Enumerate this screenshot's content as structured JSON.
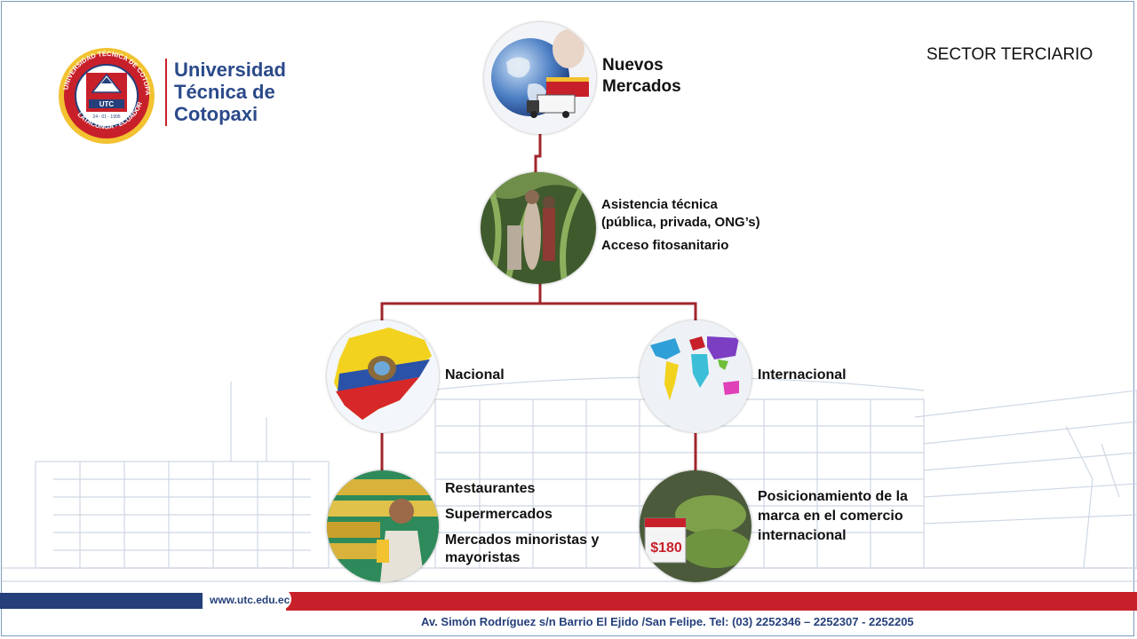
{
  "university": {
    "name_lines": [
      "Universidad",
      "Técnica de",
      "Cotopaxi"
    ],
    "seal_text_top": "UNIVERSIDAD TÉCNICA DE COTOPAXI",
    "seal_text_bottom": "LATACUNGA - ECUADOR",
    "seal_date": "24 - 01 - 1995",
    "seal_monogram": "UTC"
  },
  "title": "SECTOR TERCIARIO",
  "diagram": {
    "top": {
      "label_lines": [
        "Nuevos",
        "Mercados"
      ],
      "image": "globe-trade-icon"
    },
    "middle": {
      "label_lines": [
        "Asistencia técnica",
        "(pública, privada, ONG’s)"
      ],
      "label_extra": "Acceso fitosanitario",
      "image": "farm-workers-photo"
    },
    "left": {
      "label": "Nacional",
      "image": "ecuador-map-flag-icon"
    },
    "right": {
      "label": "Internacional",
      "image": "world-map-icon"
    },
    "left_child": {
      "items": [
        "Restaurantes",
        "Supermercados",
        "Mercados minoristas y mayoristas"
      ],
      "image": "supermarket-vendor-photo"
    },
    "right_child": {
      "label": "Posicionamiento de la marca en el comercio internacional",
      "image": "packaged-bananas-photo",
      "price_tag": "$180"
    }
  },
  "colors": {
    "connector": "#a0262c",
    "footer_blue": "#243f7a",
    "footer_red": "#c8202a",
    "brand_text": "#2b4a8a"
  },
  "footer": {
    "url": "www.utc.edu.ec",
    "address": "Av. Simón Rodríguez s/n Barrio El Ejido /San Felipe.   Tel: (03) 2252346 – 2252307 - 2252205"
  }
}
